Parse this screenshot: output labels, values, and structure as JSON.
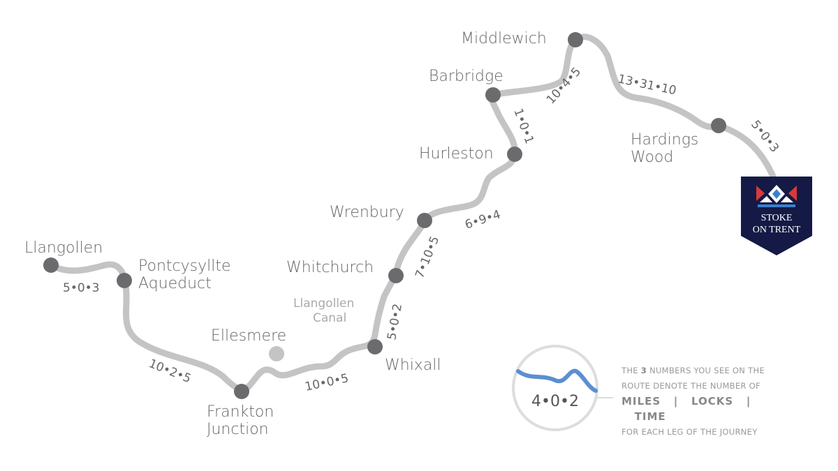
{
  "places": {
    "llangollen": "Llangollen",
    "pontcysyllte_1": "Pontcysyllte",
    "pontcysyllte_2": "Aqueduct",
    "frankton_1": "Frankton",
    "frankton_2": "Junction",
    "ellesmere": "Ellesmere",
    "whixall": "Whixall",
    "whitchurch": "Whitchurch",
    "wrenbury": "Wrenbury",
    "hurleston": "Hurleston",
    "barbridge": "Barbridge",
    "middlewich": "Middlewich",
    "hardings_1": "Hardings",
    "hardings_2": "Wood"
  },
  "canal_label": [
    "Llangollen",
    "Canal"
  ],
  "legs": {
    "llangollen_pontcysyllte": "5•0•3",
    "pontcysyllte_frankton": "10•2•5",
    "frankton_whixall": "10•0•5",
    "whixall_whitchurch": "5•0•2",
    "whitchurch_wrenbury": "7•10•5",
    "wrenbury_hurleston": "6•9•4",
    "hurleston_barbridge": "1•0•1",
    "barbridge_middlewich": "10•4•5",
    "middlewich_hardings": "13•31•10",
    "hardings_stoke": "5•0•3"
  },
  "destination": {
    "line1": "STOKE",
    "line2": "ON TRENT"
  },
  "legend": {
    "sample": "4•0•2",
    "line1_pre": "THE ",
    "line1_num": "3",
    "line1_post": " NUMBERS YOU SEE ON THE",
    "line2": "ROUTE DENOTE THE NUMBER OF",
    "miles": "MILES",
    "sep1": "|",
    "locks": "LOCKS",
    "sep2": "|",
    "time": "TIME",
    "line4": "FOR EACH LEG OF THE JOURNEY"
  },
  "colors": {
    "route": "#c4c4c6",
    "stop": "#6b6b6e",
    "badge": "#141a45",
    "legend_wave": "#5b8fd0"
  }
}
